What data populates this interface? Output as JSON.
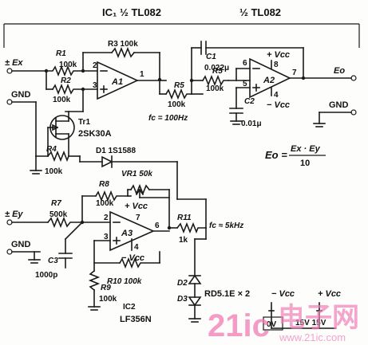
{
  "labels": {
    "ic1_title": "IC₁ ½ TL082",
    "half_tl082": "½ TL082",
    "in_ex": "± Ex",
    "in_ey": "± Ey",
    "gnd_top": "GND",
    "gnd_bottom": "GND",
    "gnd_right": "GND",
    "out_eo": "Eo",
    "r1": "R1",
    "r1_val": "100k",
    "r2": "R2",
    "r2_val": "100k",
    "r3": "R3 100k",
    "r4": "R4",
    "r4_val": "100k",
    "r5a": "R5",
    "r5a_val": "100k",
    "r5b": "R5",
    "r5b_val": "100k",
    "r7": "R7",
    "r7_val": "500k",
    "r8": "R8",
    "r8_val": "100k",
    "vr1": "VR1 50k",
    "r9": "R9",
    "r9_val": "100k",
    "r10": "R10 100k",
    "r11": "R11",
    "r11_val": "1k",
    "c1": "C1",
    "c1_val": "0.022μ",
    "c2": "C2",
    "c2_val": "0.01μ",
    "c3": "C3",
    "c3_val": "1000p",
    "tr1": "Tr1",
    "tr1_val": "2SK30A",
    "d1": "D1 1S1588",
    "d23": "D2",
    "d3": "D3",
    "rd": "RD5.1E × 2",
    "a1": "A1",
    "a2": "A2",
    "a3": "A3",
    "fc1": "fc = 100Hz",
    "fc2": "fc ≈ 5kHz",
    "formula_lhs": "Eo =",
    "formula_num": "Ex · Ey",
    "formula_den": "10",
    "vcc_plus_a2": "+ Vcc",
    "vcc_minus_a2": "− Vcc",
    "vcc_plus_a3": "+ Vcc",
    "vcc_minus_a3": "− Vcc",
    "ic2": "IC2",
    "ic2_val": "LF356N",
    "supply_minus": "− Vcc",
    "supply_plus": "+ Vcc",
    "supply_0v": "0V",
    "supply_15v": "15V  15V",
    "pin_a1_2": "2",
    "pin_a1_3": "3",
    "pin_a1_1": "1",
    "pin_a2_6": "6",
    "pin_a2_5": "5",
    "pin_a2_7": "7",
    "pin_a2_8": "8",
    "pin_a2_4": "4",
    "pin_a3_2": "2",
    "pin_a3_3": "3",
    "pin_a3_6": "6",
    "pin_a3_7": "7",
    "pin_a3_4": "4"
  },
  "watermark": {
    "brand1": "21ic",
    "brand2": "电子网",
    "url": "www.21ic.com"
  }
}
